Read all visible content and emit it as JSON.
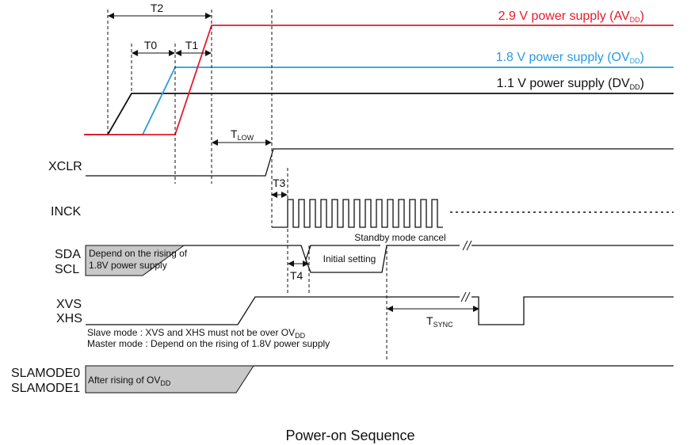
{
  "title": "Power-on Sequence",
  "colors": {
    "av": "#e8192c",
    "ov": "#2b9ae0",
    "dv": "#111111",
    "gray_fill": "#c8c8c8"
  },
  "supplies": {
    "av": {
      "pre": "2.9 V power supply (AV",
      "sub": "DD",
      "post": ")"
    },
    "ov": {
      "pre": "1.8 V power supply (OV",
      "sub": "DD",
      "post": ")"
    },
    "dv": {
      "pre": "1.1 V power supply (DV",
      "sub": "DD",
      "post": ")"
    }
  },
  "timing": {
    "t2": "T2",
    "t0": "T0",
    "t1": "T1",
    "tlow_main": "T",
    "tlow_sub": "LOW",
    "t3": "T3",
    "t4": "T4",
    "tsync_main": "T",
    "tsync_sub": "SYNC"
  },
  "signals": {
    "xclr": "XCLR",
    "inck": "INCK",
    "sda": "SDA",
    "scl": "SCL",
    "xvs": "XVS",
    "xhs": "XHS",
    "slamode0": "SLAMODE0",
    "slamode1": "SLAMODE1"
  },
  "notes": {
    "sda_line1": "Depend on the rising of",
    "sda_line2": "1.8V power supply",
    "initial_setting": "Initial setting",
    "standby_cancel": "Standby mode cancel",
    "slave_pre": "Slave mode   : XVS and XHS must not be over OV",
    "slave_sub": "DD",
    "master": "Master mode : Depend on the rising of 1.8V power supply",
    "slamode_pre": "After rising of OV",
    "slamode_sub": "DD"
  }
}
